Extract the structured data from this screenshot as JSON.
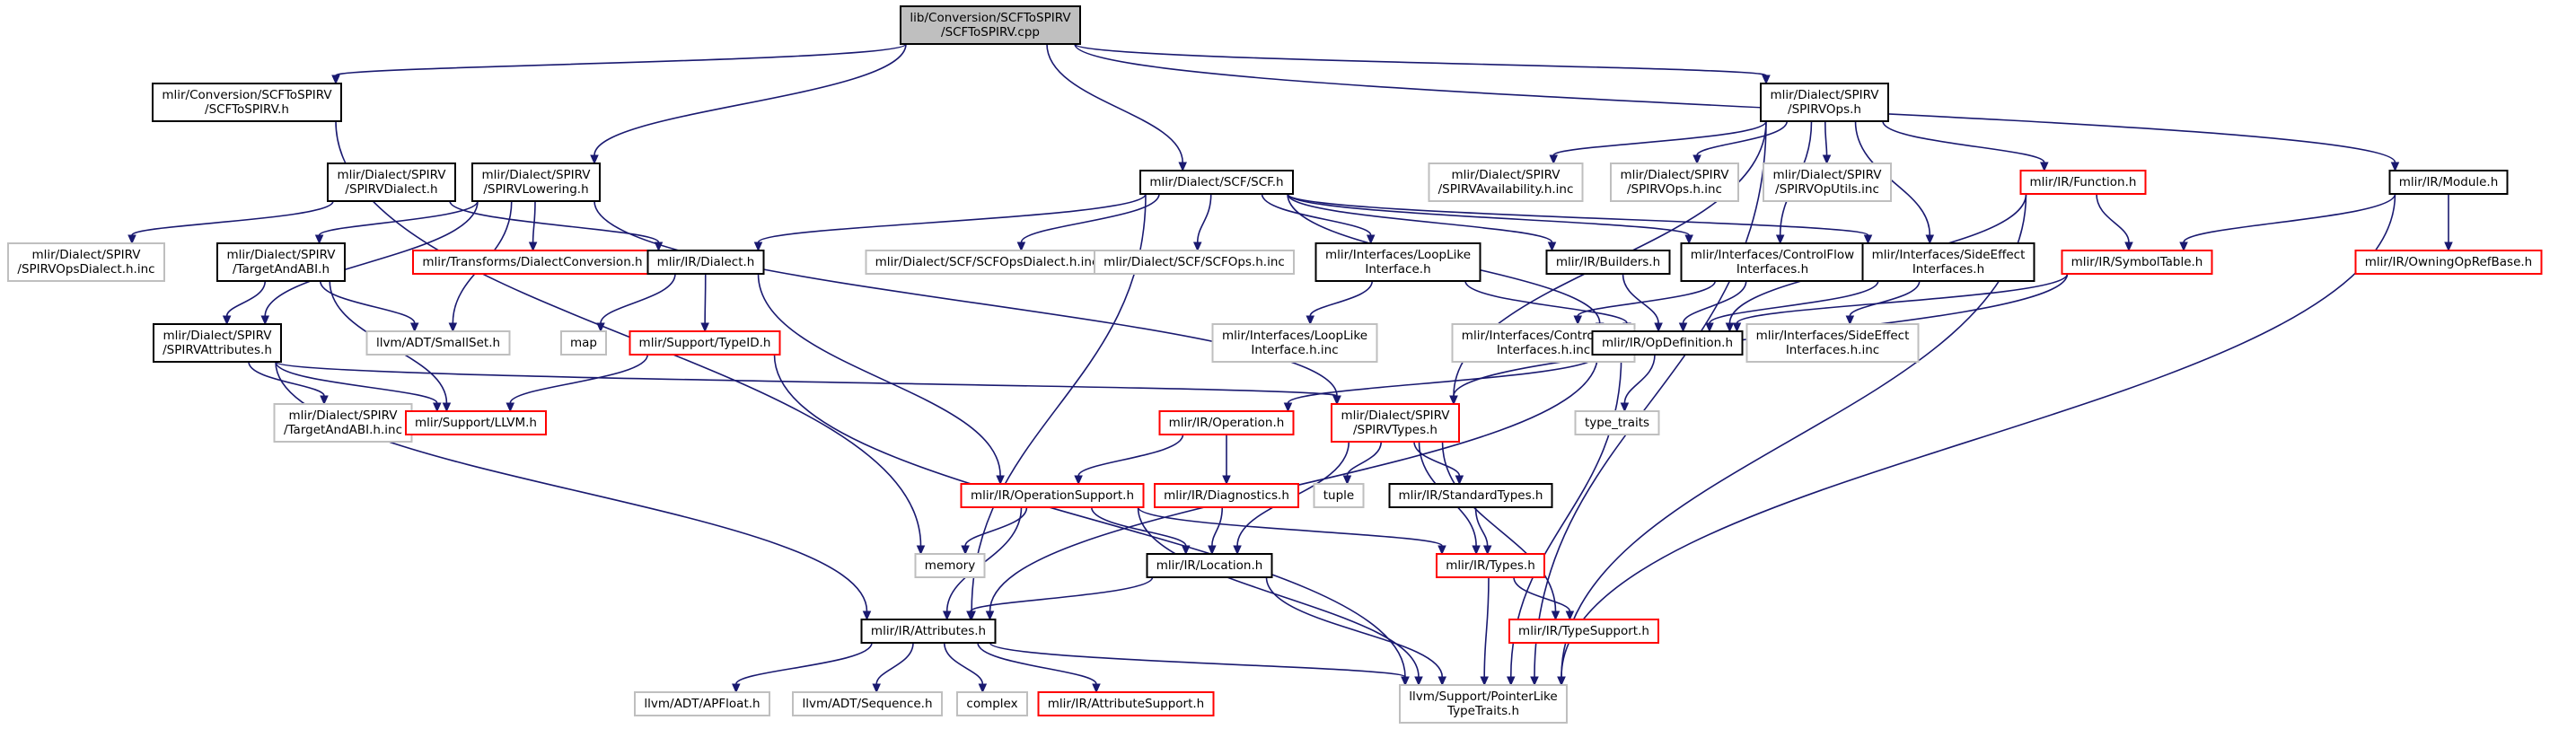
{
  "colors": {
    "edge": "#191970",
    "root_fill": "#bfbfbf",
    "normal_border": "#000000",
    "link_border": "#ff0000",
    "external_border": "#bfbfbf",
    "external_text": "#555555"
  },
  "nodes": {
    "root": {
      "lines": [
        "lib/Conversion/SCFToSPIRV",
        "/SCFToSPIRV.cpp"
      ],
      "kind": "root"
    },
    "scf_to_spirv_h": {
      "lines": [
        "mlir/Conversion/SCFToSPIRV",
        "/SCFToSPIRV.h"
      ],
      "kind": "normal"
    },
    "spirv_ops_h": {
      "lines": [
        "mlir/Dialect/SPIRV",
        "/SPIRVOps.h"
      ],
      "kind": "normal"
    },
    "spirv_dialect_h": {
      "lines": [
        "mlir/Dialect/SPIRV",
        "/SPIRVDialect.h"
      ],
      "kind": "normal"
    },
    "spirv_lowering_h": {
      "lines": [
        "mlir/Dialect/SPIRV",
        "/SPIRVLowering.h"
      ],
      "kind": "normal"
    },
    "scf_h": {
      "lines": [
        "mlir/Dialect/SCF/SCF.h"
      ],
      "kind": "normal"
    },
    "spirv_availability_inc": {
      "lines": [
        "mlir/Dialect/SPIRV",
        "/SPIRVAvailability.h.inc"
      ],
      "kind": "external"
    },
    "spirv_ops_inc": {
      "lines": [
        "mlir/Dialect/SPIRV",
        "/SPIRVOps.h.inc"
      ],
      "kind": "external"
    },
    "spirv_op_utils_inc": {
      "lines": [
        "mlir/Dialect/SPIRV",
        "/SPIRVOpUtils.inc"
      ],
      "kind": "external"
    },
    "function_h": {
      "lines": [
        "mlir/IR/Function.h"
      ],
      "kind": "link"
    },
    "module_h": {
      "lines": [
        "mlir/IR/Module.h"
      ],
      "kind": "normal"
    },
    "spirv_ops_dialect_inc": {
      "lines": [
        "mlir/Dialect/SPIRV",
        "/SPIRVOpsDialect.h.inc"
      ],
      "kind": "external"
    },
    "target_and_abi_h": {
      "lines": [
        "mlir/Dialect/SPIRV",
        "/TargetAndABI.h"
      ],
      "kind": "normal"
    },
    "dialect_conversion_h": {
      "lines": [
        "mlir/Transforms/DialectConversion.h"
      ],
      "kind": "link"
    },
    "dialect_h": {
      "lines": [
        "mlir/IR/Dialect.h"
      ],
      "kind": "normal"
    },
    "scf_ops_dialect_inc": {
      "lines": [
        "mlir/Dialect/SCF/SCFOpsDialect.h.inc"
      ],
      "kind": "external"
    },
    "scf_ops_inc": {
      "lines": [
        "mlir/Dialect/SCF/SCFOps.h.inc"
      ],
      "kind": "external"
    },
    "loop_like_h": {
      "lines": [
        "mlir/Interfaces/LoopLike",
        "Interface.h"
      ],
      "kind": "normal"
    },
    "builders_h": {
      "lines": [
        "mlir/IR/Builders.h"
      ],
      "kind": "normal"
    },
    "control_flow_h": {
      "lines": [
        "mlir/Interfaces/ControlFlow",
        "Interfaces.h"
      ],
      "kind": "normal"
    },
    "side_effect_h": {
      "lines": [
        "mlir/Interfaces/SideEffect",
        "Interfaces.h"
      ],
      "kind": "normal"
    },
    "symbol_table_h": {
      "lines": [
        "mlir/IR/SymbolTable.h"
      ],
      "kind": "link"
    },
    "owning_op_ref_h": {
      "lines": [
        "mlir/IR/OwningOpRefBase.h"
      ],
      "kind": "link"
    },
    "spirv_attributes_h": {
      "lines": [
        "mlir/Dialect/SPIRV",
        "/SPIRVAttributes.h"
      ],
      "kind": "normal"
    },
    "small_set_h": {
      "lines": [
        "llvm/ADT/SmallSet.h"
      ],
      "kind": "external"
    },
    "map": {
      "lines": [
        "map"
      ],
      "kind": "external"
    },
    "type_id_h": {
      "lines": [
        "mlir/Support/TypeID.h"
      ],
      "kind": "link"
    },
    "loop_like_inc": {
      "lines": [
        "mlir/Interfaces/LoopLike",
        "Interface.h.inc"
      ],
      "kind": "external"
    },
    "control_flow_inc": {
      "lines": [
        "mlir/Interfaces/ControlFlow",
        "Interfaces.h.inc"
      ],
      "kind": "external"
    },
    "op_definition_h": {
      "lines": [
        "mlir/IR/OpDefinition.h"
      ],
      "kind": "normal"
    },
    "side_effect_inc": {
      "lines": [
        "mlir/Interfaces/SideEffect",
        "Interfaces.h.inc"
      ],
      "kind": "external"
    },
    "target_and_abi_inc": {
      "lines": [
        "mlir/Dialect/SPIRV",
        "/TargetAndABI.h.inc"
      ],
      "kind": "external"
    },
    "llvm_h": {
      "lines": [
        "mlir/Support/LLVM.h"
      ],
      "kind": "link"
    },
    "operation_h": {
      "lines": [
        "mlir/IR/Operation.h"
      ],
      "kind": "link"
    },
    "spirv_types_h": {
      "lines": [
        "mlir/Dialect/SPIRV",
        "/SPIRVTypes.h"
      ],
      "kind": "link"
    },
    "type_traits": {
      "lines": [
        "type_traits"
      ],
      "kind": "external"
    },
    "operation_support_h": {
      "lines": [
        "mlir/IR/OperationSupport.h"
      ],
      "kind": "link"
    },
    "diagnostics_h": {
      "lines": [
        "mlir/IR/Diagnostics.h"
      ],
      "kind": "link"
    },
    "tuple": {
      "lines": [
        "tuple"
      ],
      "kind": "external"
    },
    "standard_types_h": {
      "lines": [
        "mlir/IR/StandardTypes.h"
      ],
      "kind": "normal"
    },
    "memory": {
      "lines": [
        "memory"
      ],
      "kind": "external"
    },
    "location_h": {
      "lines": [
        "mlir/IR/Location.h"
      ],
      "kind": "normal"
    },
    "types_h": {
      "lines": [
        "mlir/IR/Types.h"
      ],
      "kind": "link"
    },
    "type_support_h": {
      "lines": [
        "mlir/IR/TypeSupport.h"
      ],
      "kind": "link"
    },
    "attributes_h": {
      "lines": [
        "mlir/IR/Attributes.h"
      ],
      "kind": "normal"
    },
    "ap_float_h": {
      "lines": [
        "llvm/ADT/APFloat.h"
      ],
      "kind": "external"
    },
    "sequence_h": {
      "lines": [
        "llvm/ADT/Sequence.h"
      ],
      "kind": "external"
    },
    "complex": {
      "lines": [
        "complex"
      ],
      "kind": "external"
    },
    "attribute_support_h": {
      "lines": [
        "mlir/IR/AttributeSupport.h"
      ],
      "kind": "link"
    },
    "pointer_like_h": {
      "lines": [
        "llvm/Support/PointerLike",
        "TypeTraits.h"
      ],
      "kind": "external"
    }
  },
  "edges": [
    [
      "root",
      "scf_to_spirv_h"
    ],
    [
      "root",
      "spirv_lowering_h"
    ],
    [
      "root",
      "scf_h"
    ],
    [
      "root",
      "spirv_ops_h"
    ],
    [
      "root",
      "module_h"
    ],
    [
      "scf_to_spirv_h",
      "memory"
    ],
    [
      "spirv_dialect_h",
      "spirv_ops_dialect_inc"
    ],
    [
      "spirv_dialect_h",
      "dialect_h"
    ],
    [
      "spirv_lowering_h",
      "spirv_attributes_h"
    ],
    [
      "spirv_lowering_h",
      "target_and_abi_h"
    ],
    [
      "spirv_lowering_h",
      "dialect_conversion_h"
    ],
    [
      "spirv_lowering_h",
      "small_set_h"
    ],
    [
      "spirv_lowering_h",
      "spirv_types_h"
    ],
    [
      "scf_h",
      "dialect_h"
    ],
    [
      "scf_h",
      "scf_ops_dialect_inc"
    ],
    [
      "scf_h",
      "scf_ops_inc"
    ],
    [
      "scf_h",
      "loop_like_h"
    ],
    [
      "scf_h",
      "builders_h"
    ],
    [
      "scf_h",
      "control_flow_h"
    ],
    [
      "scf_h",
      "side_effect_h"
    ],
    [
      "scf_h",
      "op_definition_h"
    ],
    [
      "scf_h",
      "attributes_h"
    ],
    [
      "spirv_ops_h",
      "spirv_availability_inc"
    ],
    [
      "spirv_ops_h",
      "spirv_ops_inc"
    ],
    [
      "spirv_ops_h",
      "spirv_op_utils_inc"
    ],
    [
      "spirv_ops_h",
      "function_h"
    ],
    [
      "spirv_ops_h",
      "control_flow_h"
    ],
    [
      "spirv_ops_h",
      "side_effect_h"
    ],
    [
      "spirv_ops_h",
      "spirv_types_h"
    ],
    [
      "spirv_ops_h",
      "pointer_like_h"
    ],
    [
      "function_h",
      "symbol_table_h"
    ],
    [
      "function_h",
      "op_definition_h"
    ],
    [
      "function_h",
      "pointer_like_h"
    ],
    [
      "module_h",
      "symbol_table_h"
    ],
    [
      "module_h",
      "owning_op_ref_h"
    ],
    [
      "module_h",
      "pointer_like_h"
    ],
    [
      "symbol_table_h",
      "op_definition_h"
    ],
    [
      "symbol_table_h",
      "spirv_types_h"
    ],
    [
      "target_and_abi_h",
      "spirv_attributes_h"
    ],
    [
      "target_and_abi_h",
      "llvm_h"
    ],
    [
      "target_and_abi_h",
      "small_set_h"
    ],
    [
      "spirv_attributes_h",
      "target_and_abi_inc"
    ],
    [
      "spirv_attributes_h",
      "llvm_h"
    ],
    [
      "spirv_attributes_h",
      "spirv_types_h"
    ],
    [
      "spirv_attributes_h",
      "attributes_h"
    ],
    [
      "dialect_h",
      "map"
    ],
    [
      "dialect_h",
      "type_id_h"
    ],
    [
      "dialect_h",
      "operation_support_h"
    ],
    [
      "type_id_h",
      "llvm_h"
    ],
    [
      "type_id_h",
      "pointer_like_h"
    ],
    [
      "loop_like_h",
      "loop_like_inc"
    ],
    [
      "loop_like_h",
      "op_definition_h"
    ],
    [
      "builders_h",
      "op_definition_h"
    ],
    [
      "control_flow_h",
      "control_flow_inc"
    ],
    [
      "control_flow_h",
      "op_definition_h"
    ],
    [
      "side_effect_h",
      "side_effect_inc"
    ],
    [
      "side_effect_h",
      "op_definition_h"
    ],
    [
      "op_definition_h",
      "operation_h"
    ],
    [
      "op_definition_h",
      "type_traits"
    ],
    [
      "op_definition_h",
      "pointer_like_h"
    ],
    [
      "op_definition_h",
      "attributes_h"
    ],
    [
      "operation_h",
      "operation_support_h"
    ],
    [
      "operation_h",
      "diagnostics_h"
    ],
    [
      "spirv_types_h",
      "tuple"
    ],
    [
      "spirv_types_h",
      "standard_types_h"
    ],
    [
      "spirv_types_h",
      "location_h"
    ],
    [
      "spirv_types_h",
      "types_h"
    ],
    [
      "spirv_types_h",
      "type_support_h"
    ],
    [
      "operation_support_h",
      "memory"
    ],
    [
      "operation_support_h",
      "location_h"
    ],
    [
      "operation_support_h",
      "attributes_h"
    ],
    [
      "operation_support_h",
      "types_h"
    ],
    [
      "operation_support_h",
      "pointer_like_h"
    ],
    [
      "diagnostics_h",
      "location_h"
    ],
    [
      "standard_types_h",
      "types_h"
    ],
    [
      "location_h",
      "attributes_h"
    ],
    [
      "location_h",
      "pointer_like_h"
    ],
    [
      "types_h",
      "type_support_h"
    ],
    [
      "types_h",
      "pointer_like_h"
    ],
    [
      "attributes_h",
      "ap_float_h"
    ],
    [
      "attributes_h",
      "sequence_h"
    ],
    [
      "attributes_h",
      "complex"
    ],
    [
      "attributes_h",
      "attribute_support_h"
    ],
    [
      "attributes_h",
      "pointer_like_h"
    ]
  ]
}
